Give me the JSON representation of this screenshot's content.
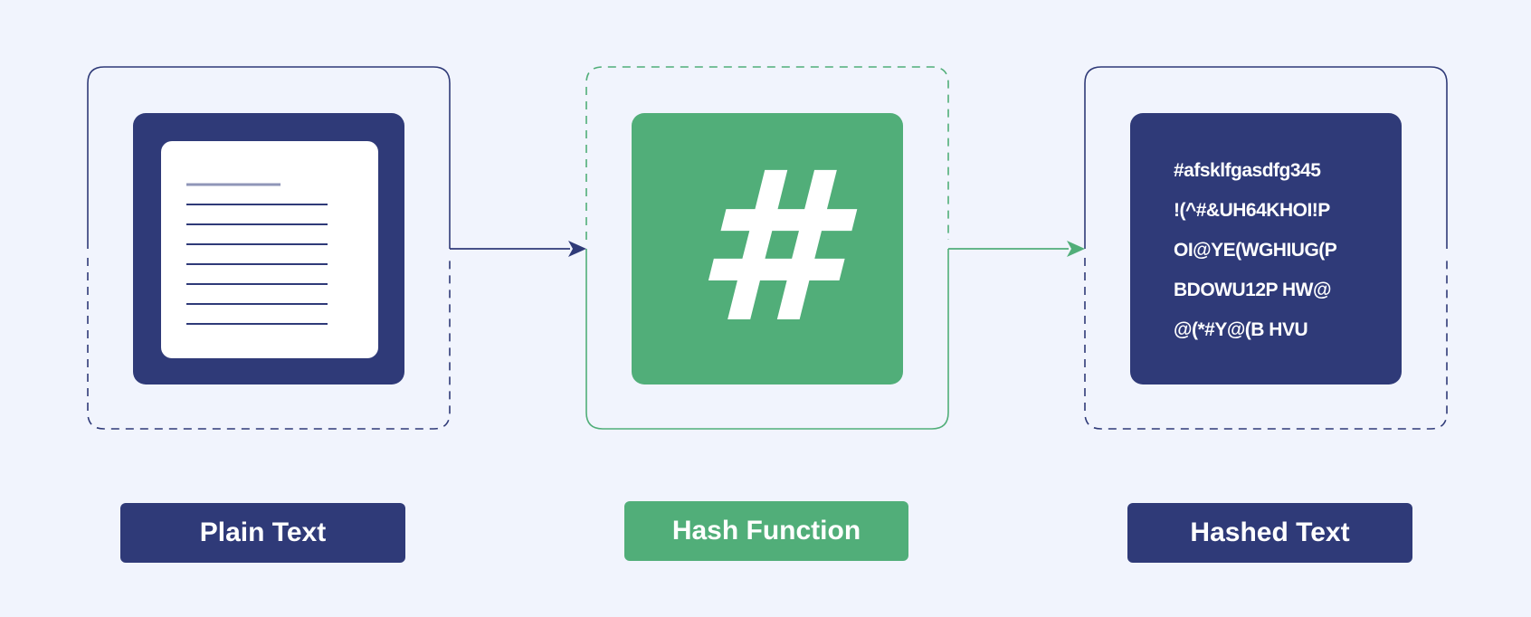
{
  "stages": [
    {
      "id": "plain",
      "label": "Plain Text",
      "color": "#2f3a78"
    },
    {
      "id": "hash",
      "label": "Hash Function",
      "color": "#51ae79",
      "symbol": "#"
    },
    {
      "id": "hashed",
      "label": "Hashed Text",
      "color": "#2f3a78",
      "content_lines": [
        "#afsklfgasdfg345",
        "!(^#&UH64KHOI!P",
        "OI@YE(WGHIUG(P",
        "BDOWU12P HW@",
        "@(*#Y@(B HVU"
      ]
    }
  ],
  "icons": {
    "document": "document-icon",
    "hash": "hash-symbol-icon"
  },
  "colors": {
    "navy": "#2f3a78",
    "green": "#51ae79",
    "background": "#f1f4fd",
    "doc_line": "#2f3a78",
    "doc_title_line": "#8f96b8"
  }
}
